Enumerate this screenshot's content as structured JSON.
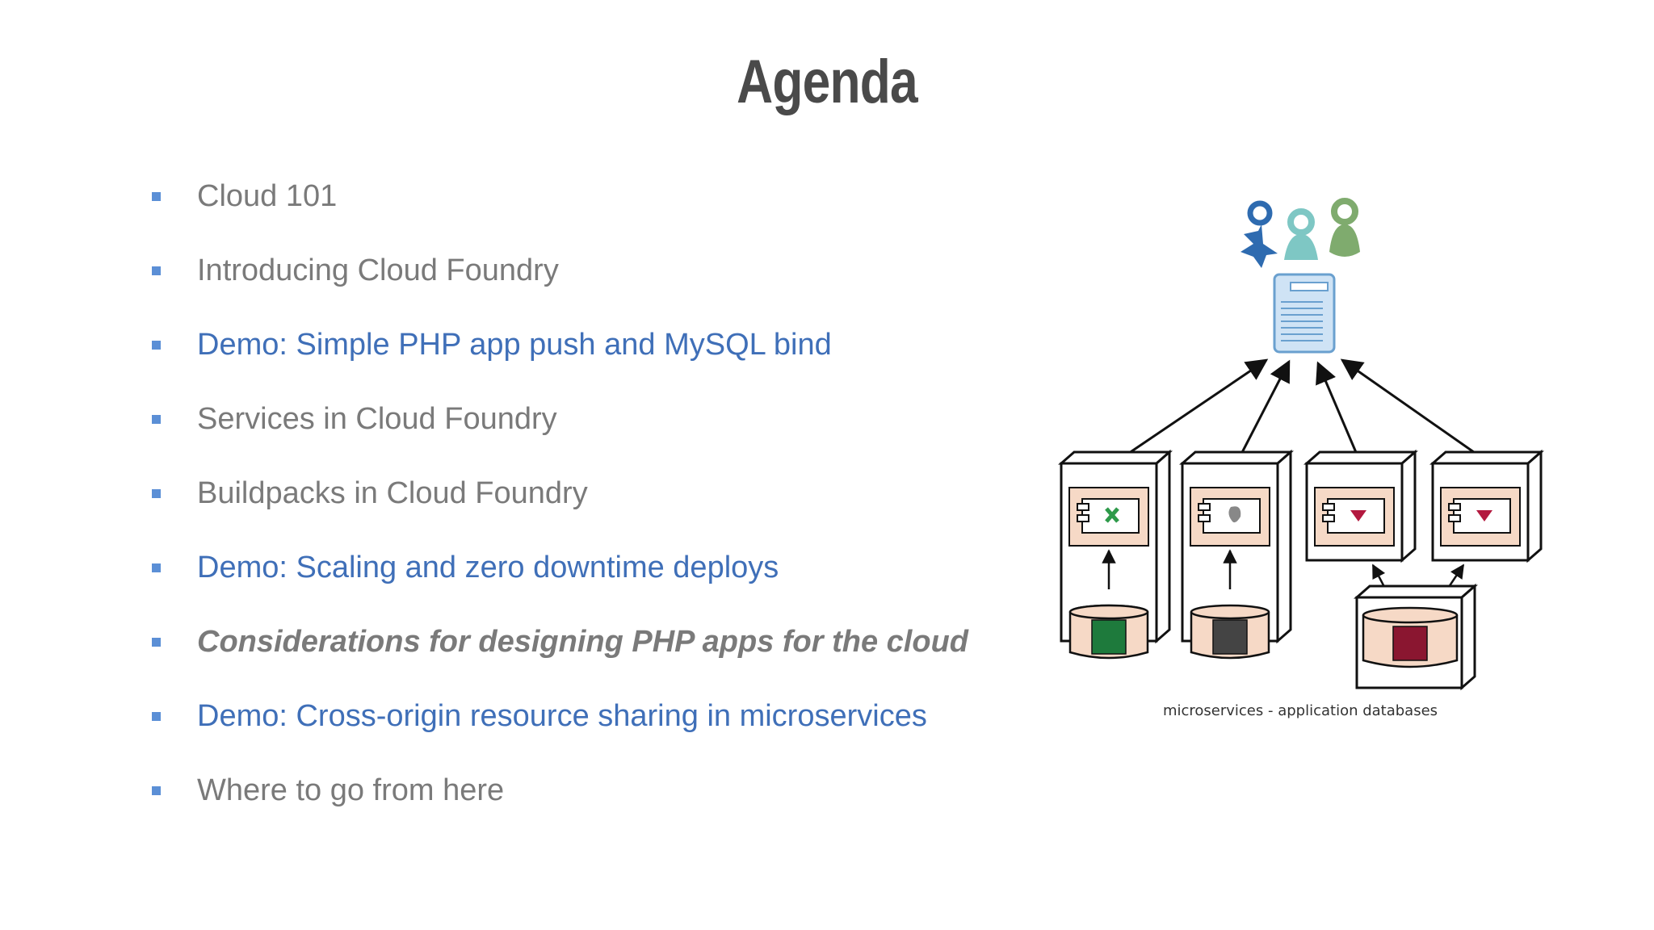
{
  "slide": {
    "title": "Agenda",
    "items": [
      {
        "label": "Cloud 101",
        "style": "gray"
      },
      {
        "label": "Introducing Cloud Foundry",
        "style": "gray"
      },
      {
        "label": "Demo: Simple PHP app push and MySQL bind",
        "style": "blue"
      },
      {
        "label": "Services in Cloud Foundry",
        "style": "gray"
      },
      {
        "label": "Buildpacks in Cloud Foundry",
        "style": "gray"
      },
      {
        "label": "Demo: Scaling and zero downtime deploys",
        "style": "blue"
      },
      {
        "label": "Considerations for designing PHP apps for the cloud",
        "style": "italic"
      },
      {
        "label": "Demo: Cross-origin resource sharing in microservices",
        "style": "blue"
      },
      {
        "label": "Where to go from here",
        "style": "gray"
      }
    ],
    "diagram_caption": "microservices - application databases"
  },
  "colors": {
    "bullet": "#5b8fd6",
    "link_blue": "#3f6fb8",
    "text_gray": "#7a7a7a",
    "title": "#4a4a4a"
  }
}
